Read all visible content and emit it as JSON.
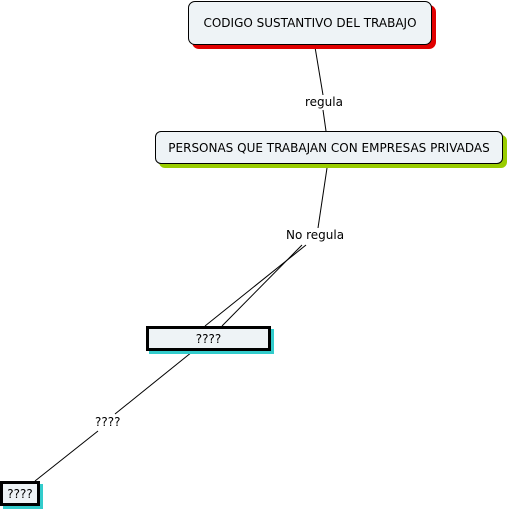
{
  "nodes": {
    "root": "CODIGO SUSTANTIVO DEL TRABAJO",
    "personas": "PERSONAS QUE TRABAJAN CON EMPRESAS PRIVADAS",
    "unknown_1": "????",
    "unknown_2": "????"
  },
  "links": {
    "regula": "regula",
    "no_regula": "No regula",
    "unknown": "????"
  },
  "colors": {
    "root_shadow": "#e00000",
    "personas_shadow": "#99cc00",
    "unknown_shadow": "#33cccc",
    "node_fill": "#eef3f6"
  }
}
